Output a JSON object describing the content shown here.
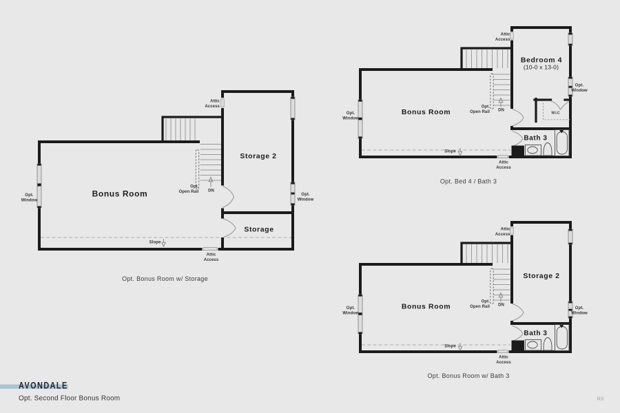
{
  "annotations": {
    "attic1": "Attic",
    "attic2": "Access",
    "window1": "Opt.",
    "window2": "Window",
    "rail1": "Opt.",
    "rail2": "Open Rail",
    "down": "DN",
    "slope": "Slope"
  },
  "plans": {
    "left": {
      "caption": "Opt. Bonus Room w/ Storage",
      "rooms": {
        "bonus": "Bonus Room",
        "storage2": "Storage 2",
        "storage": "Storage"
      }
    },
    "topRight": {
      "caption": "Opt. Bed 4 / Bath 3",
      "rooms": {
        "bonus": "Bonus Room",
        "bedroom": "Bedroom 4",
        "bedroomDims": "(10-0 x 13-0)",
        "bath": "Bath 3",
        "wic": "W.I.C"
      }
    },
    "bottomRight": {
      "caption": "Opt. Bonus Room w/ Bath 3",
      "rooms": {
        "bonus": "Bonus Room",
        "storage2": "Storage 2",
        "bath": "Bath 3"
      }
    }
  },
  "footer": {
    "brand": "AVONDALE",
    "subtitle": "Opt. Second Floor Bonus Room",
    "revision": "R3"
  },
  "colors": {
    "background": "#e8e8e8",
    "wall": "#1b1b1b",
    "accent_bar": "#a9c4d4",
    "stair_line": "#9a9a9a",
    "annotation_text": "#333333"
  }
}
